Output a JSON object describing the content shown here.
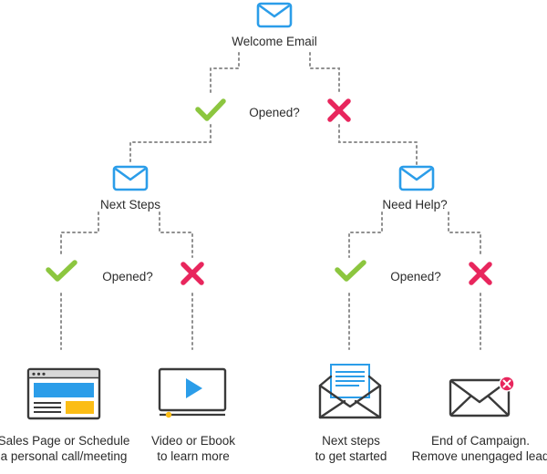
{
  "nodes": {
    "welcome_email": {
      "label": "Welcome Email",
      "icon": "envelope-icon"
    },
    "opened_1": {
      "label": "Opened?"
    },
    "next_steps": {
      "label": "Next Steps",
      "icon": "envelope-icon"
    },
    "need_help": {
      "label": "Need Help?",
      "icon": "envelope-icon"
    },
    "opened_2": {
      "label": "Opened?"
    },
    "opened_3": {
      "label": "Opened?"
    }
  },
  "outcomes": [
    {
      "line1": "Sales Page or Schedule",
      "line2": "a personal call/meeting",
      "icon": "browser-window-icon"
    },
    {
      "line1": "Video or Ebook",
      "line2": "to learn more",
      "icon": "video-player-icon"
    },
    {
      "line1": "Next steps",
      "line2": "to get started",
      "icon": "open-envelope-letter-icon"
    },
    {
      "line1": "End of Campaign.",
      "line2": "Remove unengaged lead",
      "icon": "envelope-error-icon"
    }
  ],
  "colors": {
    "accent_blue": "#2b9de9",
    "yes_green": "#8cc63f",
    "no_red": "#e8265d",
    "warning_yellow": "#fbbd16",
    "line_gray": "#8f8f8f",
    "icon_dark": "#3a3a3a"
  }
}
